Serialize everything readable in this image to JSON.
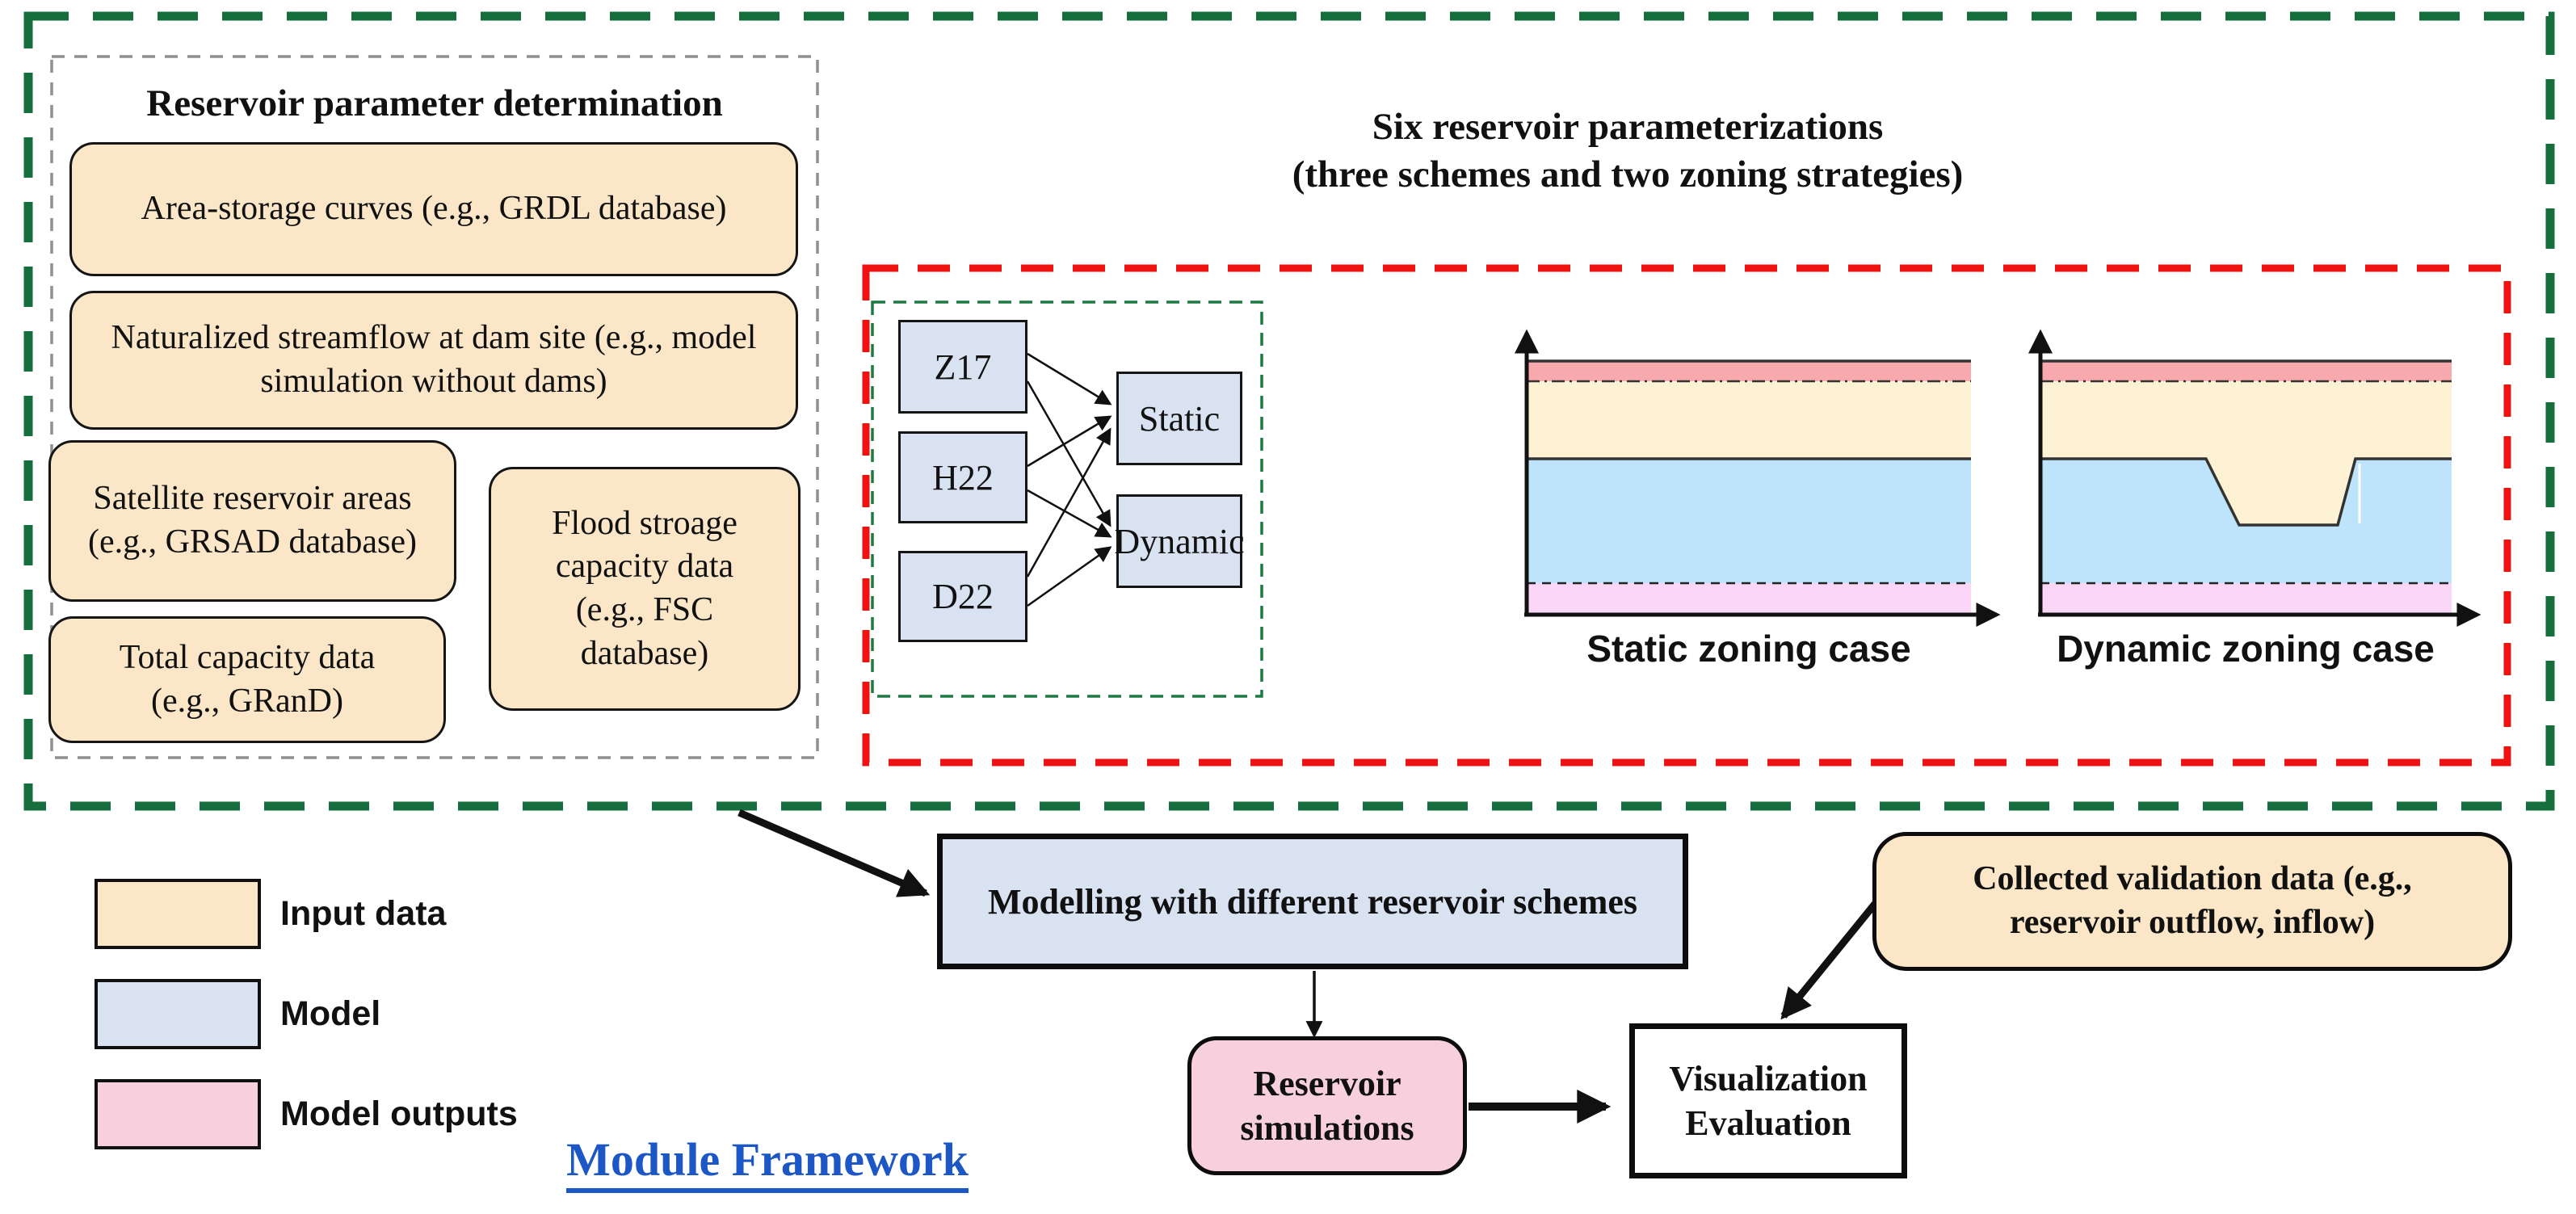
{
  "figure": {
    "caption": "Module Framework"
  },
  "colors": {
    "input_data_fill": "#fbe7c8",
    "model_fill": "#d8e2f1",
    "model_outputs_fill": "#f8cfdc",
    "outer_dashed_green": "#156e3b",
    "inner_dashed_green": "#1d7a43",
    "dashed_red": "#ee1212",
    "dashed_gray": "#8f8f8f",
    "link_blue": "#1c57c5",
    "zone_band_red": "#f8a9ae",
    "zone_band_cream": "#fdf3d4",
    "zone_band_blue": "#bde4fa",
    "zone_band_pink": "#fbd6f6"
  },
  "left_panel": {
    "title": "Reservoir parameter determination",
    "items": [
      {
        "label": "Area-storage curves (e.g., GRDL database)"
      },
      {
        "label": "Naturalized streamflow at dam site (e.g., model simulation without dams)"
      },
      {
        "label": "Satellite reservoir areas (e.g., GRSAD database)"
      },
      {
        "label": "Total capacity data (e.g., GRanD)"
      },
      {
        "label": "Flood stroage capacity data (e.g., FSC database)"
      }
    ]
  },
  "parameterizations": {
    "title_line1": "Six reservoir parameterizations",
    "title_line2": "(three schemes and two zoning strategies)",
    "schemes": [
      "Z17",
      "H22",
      "D22"
    ],
    "zoning": [
      "Static",
      "Dynamic"
    ]
  },
  "zone_charts": {
    "static": {
      "label": "Static zoning case",
      "bands_top_to_bottom": [
        "#f8a9ae",
        "#fdf3d4",
        "#bde4fa",
        "#fbd6f6"
      ],
      "band_height_fractions": [
        0.08,
        0.305,
        0.49,
        0.125
      ]
    },
    "dynamic": {
      "label": "Dynamic zoning case",
      "bands_top_to_bottom": [
        "#f8a9ae",
        "#fdf3d4",
        "#bde4fa",
        "#fbd6f6"
      ],
      "band_height_fractions": [
        0.08,
        0.305,
        0.49,
        0.125
      ]
    }
  },
  "legend": {
    "items": [
      {
        "label": "Input data"
      },
      {
        "label": "Model"
      },
      {
        "label": "Model outputs"
      }
    ]
  },
  "flow": {
    "modelling": "Modelling with different reservoir schemes",
    "simulations": "Reservoir simulations",
    "evaluation": "Visualization Evaluation",
    "validation": "Collected validation data (e.g., reservoir outflow, inflow)"
  }
}
